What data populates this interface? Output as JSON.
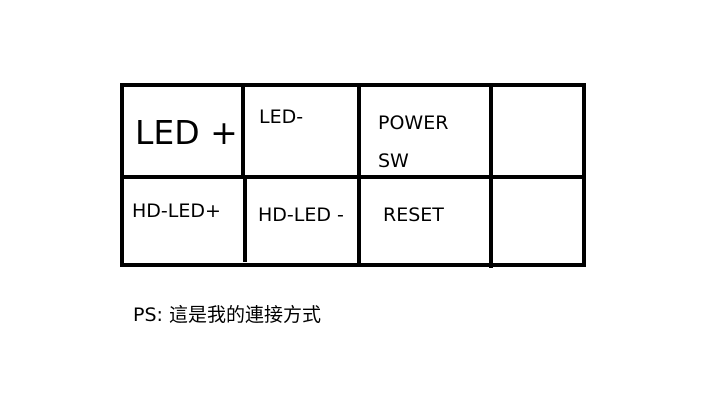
{
  "grid": {
    "row1": {
      "led_plus": "LED +",
      "led_minus": "LED-",
      "power_sw_line1": "POWER",
      "power_sw_line2": "SW",
      "empty": ""
    },
    "row2": {
      "hd_led_plus": "HD-LED+",
      "hd_led_minus": "HD-LED -",
      "reset": "RESET",
      "empty": ""
    }
  },
  "note": "PS: 這是我的連接方式"
}
